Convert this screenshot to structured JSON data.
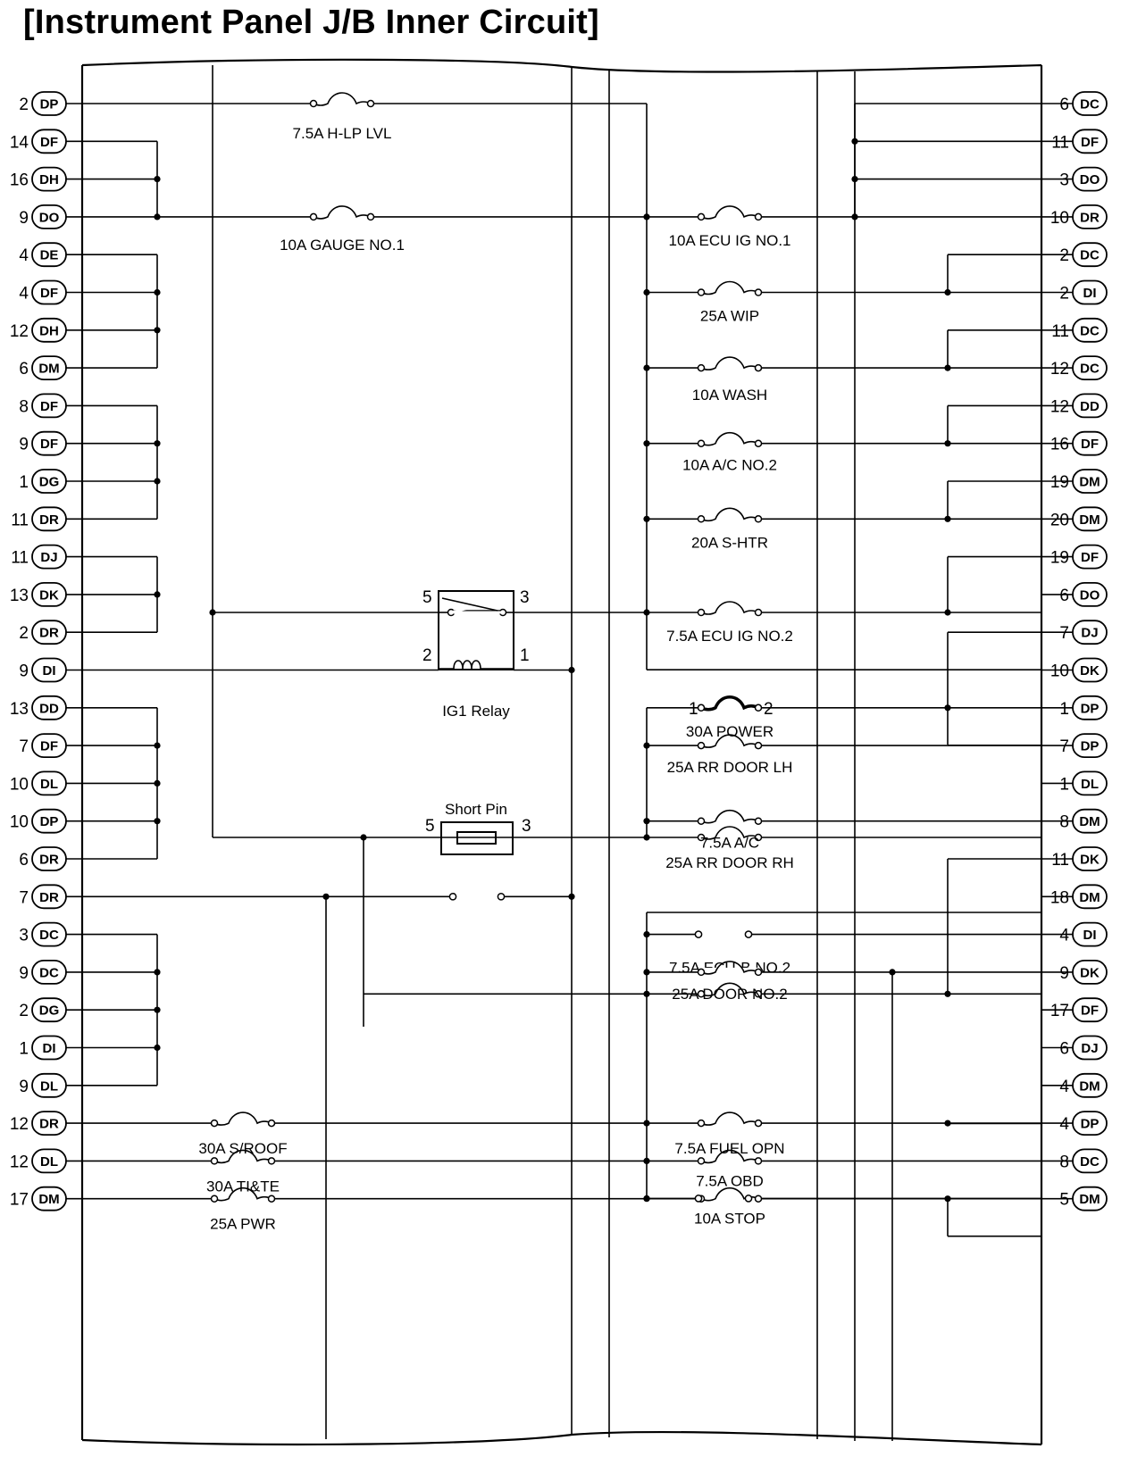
{
  "title": "[Instrument Panel J/B Inner Circuit]",
  "left_connectors": [
    {
      "pin": "2",
      "conn": "DP"
    },
    {
      "pin": "14",
      "conn": "DF"
    },
    {
      "pin": "16",
      "conn": "DH"
    },
    {
      "pin": "9",
      "conn": "DO"
    },
    {
      "pin": "4",
      "conn": "DE"
    },
    {
      "pin": "4",
      "conn": "DF"
    },
    {
      "pin": "12",
      "conn": "DH"
    },
    {
      "pin": "6",
      "conn": "DM"
    },
    {
      "pin": "8",
      "conn": "DF"
    },
    {
      "pin": "9",
      "conn": "DF"
    },
    {
      "pin": "1",
      "conn": "DG"
    },
    {
      "pin": "11",
      "conn": "DR"
    },
    {
      "pin": "11",
      "conn": "DJ"
    },
    {
      "pin": "13",
      "conn": "DK"
    },
    {
      "pin": "2",
      "conn": "DR"
    },
    {
      "pin": "9",
      "conn": "DI"
    },
    {
      "pin": "13",
      "conn": "DD"
    },
    {
      "pin": "7",
      "conn": "DF"
    },
    {
      "pin": "10",
      "conn": "DL"
    },
    {
      "pin": "10",
      "conn": "DP"
    },
    {
      "pin": "6",
      "conn": "DR"
    },
    {
      "pin": "7",
      "conn": "DR"
    },
    {
      "pin": "3",
      "conn": "DC"
    },
    {
      "pin": "9",
      "conn": "DC"
    },
    {
      "pin": "2",
      "conn": "DG"
    },
    {
      "pin": "1",
      "conn": "DI"
    },
    {
      "pin": "9",
      "conn": "DL"
    },
    {
      "pin": "12",
      "conn": "DR"
    },
    {
      "pin": "12",
      "conn": "DL"
    },
    {
      "pin": "17",
      "conn": "DM"
    }
  ],
  "right_connectors": [
    {
      "pin": "6",
      "conn": "DC"
    },
    {
      "pin": "11",
      "conn": "DF"
    },
    {
      "pin": "3",
      "conn": "DO"
    },
    {
      "pin": "10",
      "conn": "DR"
    },
    {
      "pin": "2",
      "conn": "DC"
    },
    {
      "pin": "2",
      "conn": "DI"
    },
    {
      "pin": "11",
      "conn": "DC"
    },
    {
      "pin": "12",
      "conn": "DC"
    },
    {
      "pin": "12",
      "conn": "DD"
    },
    {
      "pin": "16",
      "conn": "DF"
    },
    {
      "pin": "19",
      "conn": "DM"
    },
    {
      "pin": "20",
      "conn": "DM"
    },
    {
      "pin": "19",
      "conn": "DF"
    },
    {
      "pin": "6",
      "conn": "DO"
    },
    {
      "pin": "7",
      "conn": "DJ"
    },
    {
      "pin": "10",
      "conn": "DK"
    },
    {
      "pin": "1",
      "conn": "DP"
    },
    {
      "pin": "7",
      "conn": "DP"
    },
    {
      "pin": "1",
      "conn": "DL"
    },
    {
      "pin": "8",
      "conn": "DM"
    },
    {
      "pin": "11",
      "conn": "DK"
    },
    {
      "pin": "18",
      "conn": "DM"
    },
    {
      "pin": "4",
      "conn": "DI"
    },
    {
      "pin": "9",
      "conn": "DK"
    },
    {
      "pin": "17",
      "conn": "DF"
    },
    {
      "pin": "6",
      "conn": "DJ"
    },
    {
      "pin": "4",
      "conn": "DM"
    },
    {
      "pin": "4",
      "conn": "DP"
    },
    {
      "pin": "8",
      "conn": "DC"
    },
    {
      "pin": "5",
      "conn": "DM"
    }
  ],
  "fuses": [
    {
      "label": "7.5A H-LP LVL"
    },
    {
      "label": "10A GAUGE NO.1"
    },
    {
      "label": "10A ECU IG NO.1"
    },
    {
      "label": "25A WIP"
    },
    {
      "label": "10A WASH"
    },
    {
      "label": "10A A/C NO.2"
    },
    {
      "label": "20A S-HTR"
    },
    {
      "label": "7.5A ECU IG NO.2"
    },
    {
      "label": "30A POWER"
    },
    {
      "label": "25A RR DOOR LH"
    },
    {
      "label": "25A RR DOOR RH"
    },
    {
      "label": "7.5A A/C"
    },
    {
      "label": "7.5A ECU-B NO.2"
    },
    {
      "label": "25A DOOR NO.2"
    },
    {
      "label": "7.5A FUEL OPN"
    },
    {
      "label": "7.5A OBD"
    },
    {
      "label": "10A STOP"
    },
    {
      "label": "30A S/ROOF"
    },
    {
      "label": "30A TI&TE"
    },
    {
      "label": "25A PWR"
    }
  ],
  "relay": {
    "label": "IG1 Relay",
    "pin_5": "5",
    "pin_3": "3",
    "pin_2": "2",
    "pin_1": "1"
  },
  "short_pin": {
    "label": "Short Pin",
    "pin_5": "5",
    "pin_3": "3"
  },
  "power_fuse_pins": {
    "pin_1": "1",
    "pin_2": "2"
  }
}
